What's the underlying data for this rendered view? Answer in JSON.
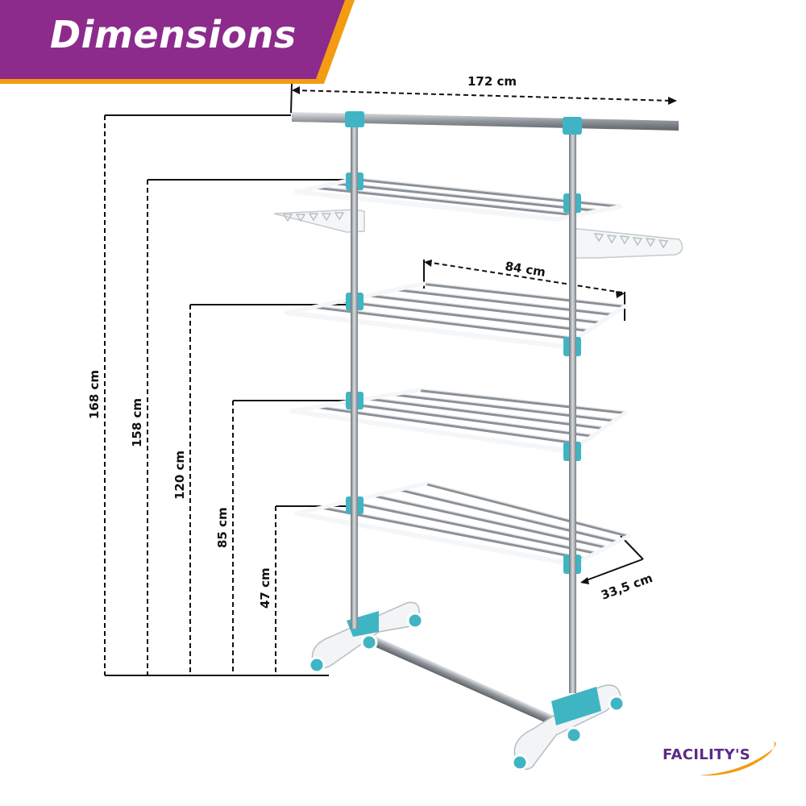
{
  "header": {
    "title": "Dimensions"
  },
  "dimensions": {
    "total_width": "172 cm",
    "shelf_width": "84 cm",
    "shelf_depth": "33,5 cm",
    "heights": [
      "168 cm",
      "158 cm",
      "120 cm",
      "85 cm",
      "47 cm"
    ]
  },
  "brand": {
    "name": "FACILITY'S"
  },
  "colors": {
    "banner": "#8c2b8c",
    "banner_accent": "#f39c12",
    "plastic": "#3fb5c4",
    "steel": "#9ea3a8",
    "brand_text": "#5b2a86"
  }
}
